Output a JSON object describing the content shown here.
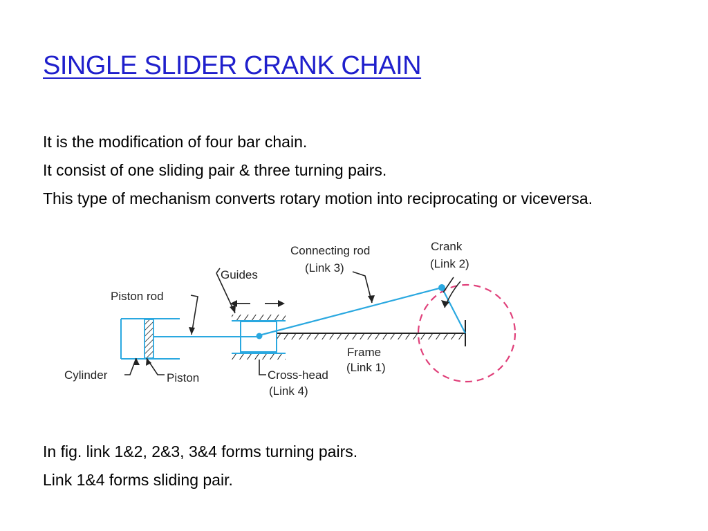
{
  "slide": {
    "title": "SINGLE SLIDER CRANK CHAIN",
    "intro_lines": [
      "It is the modification of four bar chain.",
      "It consist of one sliding pair & three turning pairs.",
      "This type of mechanism converts rotary motion into reciprocating or viceversa."
    ],
    "note_lines": [
      "In fig. link 1&2, 2&3, 3&4 forms turning pairs.",
      "Link 1&4 forms sliding pair."
    ]
  },
  "diagram": {
    "labels": {
      "connecting_rod": "Connecting rod",
      "connecting_rod_link": "(Link 3)",
      "crank": "Crank",
      "crank_link": "(Link 2)",
      "guides": "Guides",
      "piston_rod": "Piston rod",
      "frame": "Frame",
      "frame_link": "(Link 1)",
      "cylinder": "Cylinder",
      "piston": "Piston",
      "cross_head": "Cross-head",
      "cross_head_link": "(Link 4)"
    },
    "colors": {
      "link_color": "#2aa8e0",
      "crank_circle_color": "#e0407a",
      "title_color": "#1f1fcc",
      "hatch_color": "#222222"
    }
  }
}
